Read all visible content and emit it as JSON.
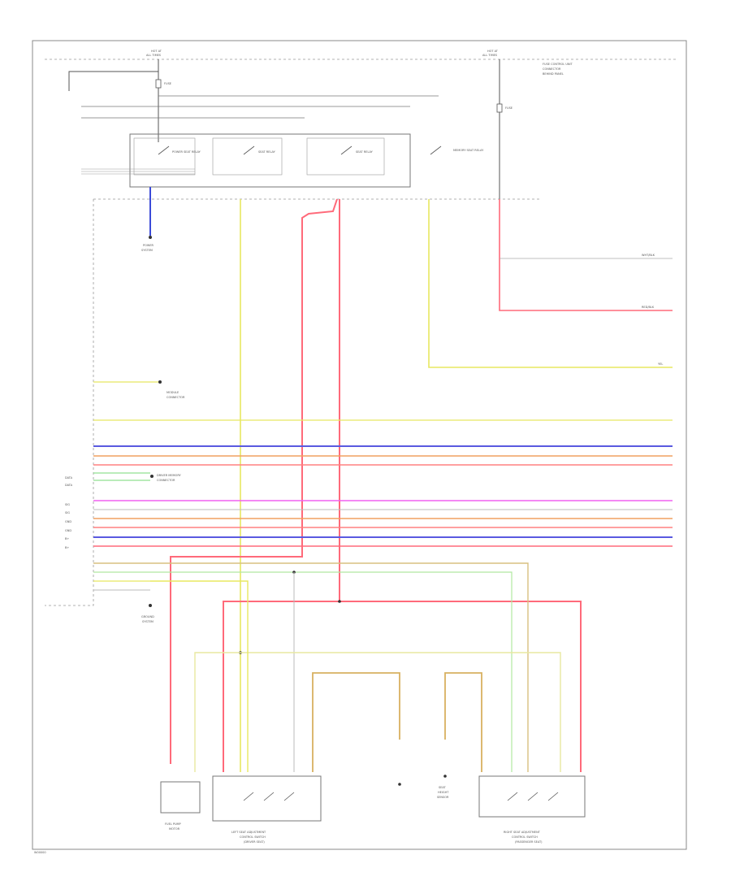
{
  "diagram": {
    "top_left_label_1": "HOT AT",
    "top_left_label_2": "ALL TIMES",
    "top_right_label_1": "HOT AT",
    "top_right_label_2": "ALL TIMES",
    "top_right_note_1": "FUSE CONTROL UNIT",
    "top_right_note_2": "CONNECTOR",
    "top_right_note_3": "BEHIND PANEL",
    "fuse_left": "FUSE",
    "fuse_right": "FUSE",
    "relay_1": "POWER SEAT RELAY",
    "relay_2": "SEAT RELAY",
    "relay_3": "SEAT RELAY",
    "relay_4": "MEMORY SEAT RELAY",
    "ground_left_1": "POWER",
    "ground_left_2": "SYSTEM",
    "side_module_1": "MODULE",
    "side_module_2": "CONNECTOR",
    "mid_note_1": "DRIVER MEMORY",
    "mid_note_2": "CONNECTOR",
    "lower_ground_1": "GROUND",
    "lower_ground_2": "SYSTEM",
    "left_pin_labels": [
      "DATA",
      "DATA",
      "SIG",
      "SIG",
      "GND",
      "GND",
      "B+",
      "B+"
    ],
    "right_wire_label_1": "WHT/BLK",
    "right_wire_label_2": "RED/BLK",
    "right_wire_label_3": "YEL",
    "bottom_component_left_1": "FUEL PUMP",
    "bottom_component_left_2": "MOTOR",
    "bottom_component_mid_1": "LEFT SEAT ADJUSTMENT",
    "bottom_component_mid_2": "CONTROL SWITCH",
    "bottom_component_mid_3": "(DRIVER SEAT)",
    "bottom_component_center_1": "SEAT",
    "bottom_component_center_2": "HEIGHT",
    "bottom_component_center_3": "SENSOR",
    "bottom_component_right_1": "RIGHT SEAT ADJUSTMENT",
    "bottom_component_right_2": "CONTROL SWITCH",
    "bottom_component_right_3": "(PASSENGER SEAT)",
    "footer_code": "W00000"
  }
}
